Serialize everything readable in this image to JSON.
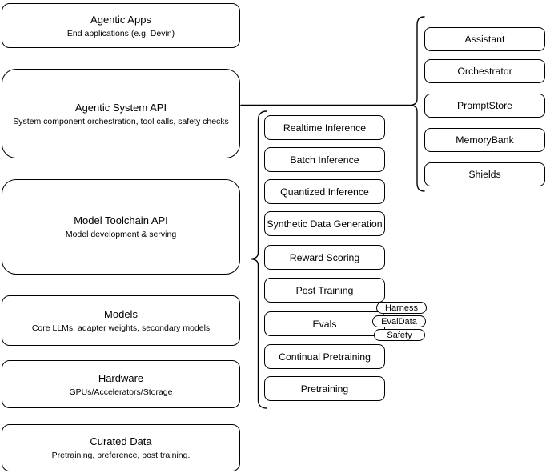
{
  "diagram": {
    "background": "#ffffff",
    "stroke_color": "#000000",
    "text_color": "#000000",
    "left_column": [
      {
        "title": "Agentic Apps",
        "subtitle": "End applications (e.g. Devin)"
      },
      {
        "title": "Agentic System API",
        "subtitle": "System component orchestration, tool calls, safety checks"
      },
      {
        "title": "Model Toolchain API",
        "subtitle": "Model development & serving"
      },
      {
        "title": "Models",
        "subtitle": "Core LLMs, adapter weights, secondary models"
      },
      {
        "title": "Hardware",
        "subtitle": "GPUs/Accelerators/Storage"
      },
      {
        "title": "Curated Data",
        "subtitle": "Pretraining, preference, post training."
      }
    ],
    "toolchain_items": [
      "Realtime Inference",
      "Batch Inference",
      "Quantized Inference",
      "Synthetic Data Generation",
      "Reward Scoring",
      "Post Training",
      "Evals",
      "Continual Pretraining",
      "Pretraining"
    ],
    "evals_tags": [
      "Harness",
      "EvalData",
      "Safety"
    ],
    "system_components": [
      "Assistant",
      "Orchestrator",
      "PromptStore",
      "MemoryBank",
      "Shields"
    ]
  }
}
